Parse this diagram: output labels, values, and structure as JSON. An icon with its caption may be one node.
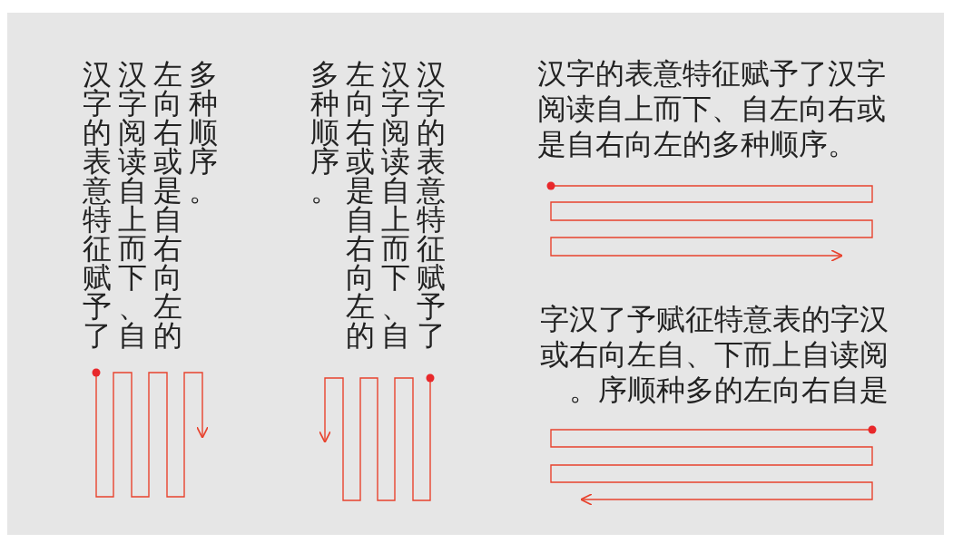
{
  "diagram": {
    "labels": [
      "汉字的表意特征赋予了汉字阅读自上而下、自左向右或是自右向左的多种顺序。",
      "多种顺序。左向右或是自右向左的汉字阅读自上而下、自汉字的表意特征赋予了",
      "汉字的表意特征赋予了汉字阅读自上而下、自左向右或是自右向左的多种顺序。",
      "字汉了予赋征特意表的字汉或右向左自、下而上自读阅。序顺种多的左向右自是"
    ]
  }
}
